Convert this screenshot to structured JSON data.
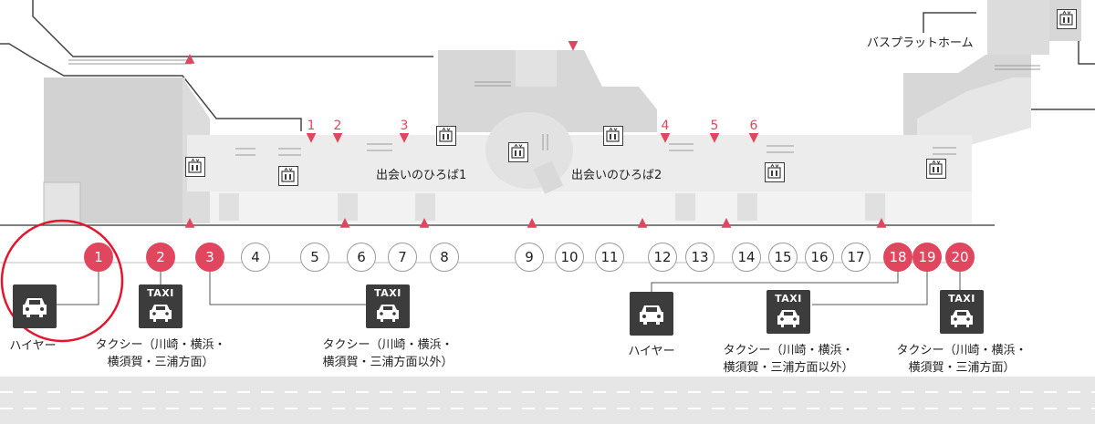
{
  "map": {
    "bus_platform_label": "バスプラットホーム",
    "plaza_1_label": "出会いのひろば1",
    "plaza_2_label": "出会いのひろば2",
    "exit_markers": [
      {
        "label": "1"
      },
      {
        "label": "2"
      },
      {
        "label": "3"
      },
      {
        "label": "4"
      },
      {
        "label": "5"
      },
      {
        "label": "6"
      }
    ],
    "stops": [
      {
        "number": "1",
        "highlight": true
      },
      {
        "number": "2",
        "highlight": true
      },
      {
        "number": "3",
        "highlight": true
      },
      {
        "number": "4",
        "highlight": false
      },
      {
        "number": "5",
        "highlight": false
      },
      {
        "number": "6",
        "highlight": false
      },
      {
        "number": "7",
        "highlight": false
      },
      {
        "number": "8",
        "highlight": false
      },
      {
        "number": "9",
        "highlight": false
      },
      {
        "number": "10",
        "highlight": false
      },
      {
        "number": "11",
        "highlight": false
      },
      {
        "number": "12",
        "highlight": false
      },
      {
        "number": "13",
        "highlight": false
      },
      {
        "number": "14",
        "highlight": false
      },
      {
        "number": "15",
        "highlight": false
      },
      {
        "number": "16",
        "highlight": false
      },
      {
        "number": "17",
        "highlight": false
      },
      {
        "number": "18",
        "highlight": true
      },
      {
        "number": "19",
        "highlight": true
      },
      {
        "number": "20",
        "highlight": true
      }
    ],
    "services": [
      {
        "icon": "car-icon",
        "lines": [
          "ハイヤー"
        ]
      },
      {
        "icon": "taxi-icon",
        "sign": "TAXI",
        "lines": [
          "タクシー（川崎・横浜・",
          "横須賀・三浦方面）"
        ]
      },
      {
        "icon": "taxi-icon",
        "sign": "TAXI",
        "lines": [
          "タクシー（川崎・横浜・",
          "横須賀・三浦方面以外）"
        ]
      },
      {
        "icon": "car-icon",
        "lines": [
          "ハイヤー"
        ]
      },
      {
        "icon": "taxi-icon",
        "sign": "TAXI",
        "lines": [
          "タクシー（川崎・横浜・",
          "横須賀・三浦方面以外）"
        ]
      },
      {
        "icon": "taxi-icon",
        "sign": "TAXI",
        "lines": [
          "タクシー（川崎・横浜・",
          "横須賀・三浦方面）"
        ]
      }
    ],
    "colors": {
      "accent_red": "#e0465e",
      "building_gray": "#d2d2d2",
      "corridor_gray": "#ececec",
      "road_gray": "#e6e6e6",
      "icon_dark": "#3c3c3c"
    }
  }
}
